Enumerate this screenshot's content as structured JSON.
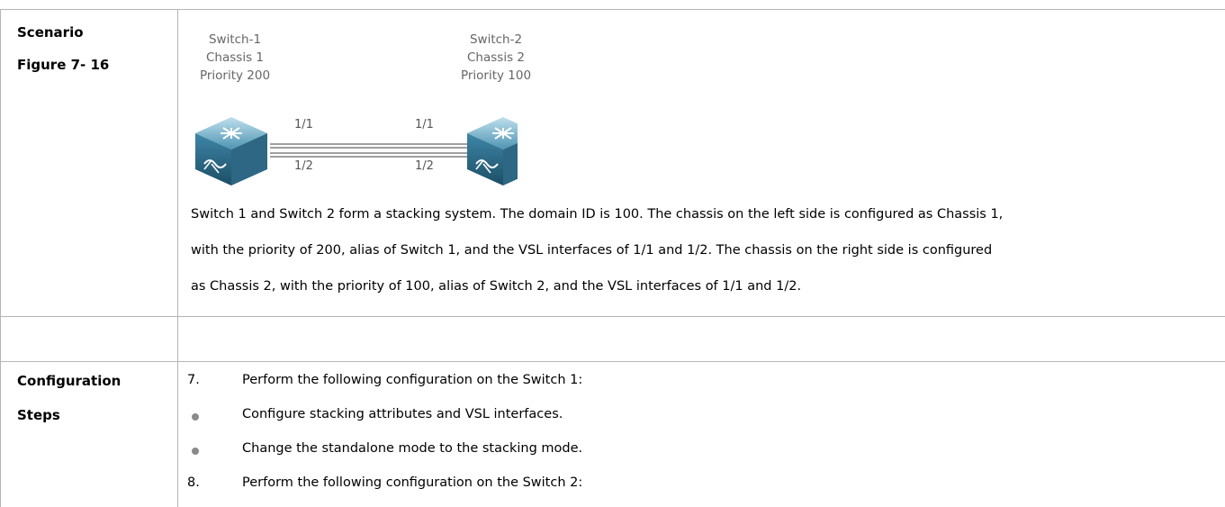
{
  "scenario": {
    "label_1": "Scenario",
    "label_2": "Figure 7- 16",
    "diagram": {
      "switch1": {
        "name": "Switch-1",
        "chassis": "Chassis 1",
        "priority": "Priority 200"
      },
      "switch2": {
        "name": "Switch-2",
        "chassis": "Chassis 2",
        "priority": "Priority 100"
      },
      "ports": {
        "s1_top": "1/1",
        "s1_bottom": "1/2",
        "s2_top": "1/1",
        "s2_bottom": "1/2"
      },
      "icon": "switch-icon"
    },
    "description": [
      "Switch 1 and Switch 2 form a stacking system. The domain ID is 100. The chassis on the left side is configured as Chassis 1,",
      "with the priority of 200, alias of Switch 1, and the VSL interfaces of 1/1 and 1/2. The chassis on the right side is configured",
      "as Chassis 2, with the priority of 100, alias of Switch 2, and the VSL interfaces of 1/1 and 1/2."
    ]
  },
  "config": {
    "label_1": "Configuration",
    "label_2": "Steps",
    "step7": {
      "num": "7.",
      "text": "Perform the following configuration on the Switch 1:"
    },
    "bullets": [
      "Configure stacking attributes and VSL interfaces.",
      "Change the standalone mode to the stacking mode."
    ],
    "step8": {
      "num": "8.",
      "text": "Perform the following configuration on the Switch 2:"
    }
  },
  "colors": {
    "border": "#b5b5b5",
    "diagram_text": "#666666",
    "bullet": "#8a8a8a"
  }
}
